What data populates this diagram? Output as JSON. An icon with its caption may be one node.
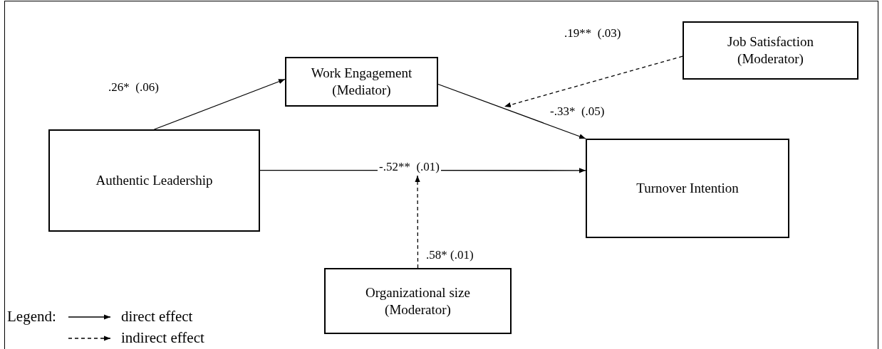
{
  "diagram": {
    "nodes": [
      {
        "text": [
          "Work Engagement",
          "(Mediator)"
        ]
      },
      {
        "text": [
          "Job Satisfaction",
          "(Moderator)"
        ]
      },
      {
        "text": [
          "Authentic Leadership"
        ]
      },
      {
        "text": [
          "Turnover Intention"
        ]
      },
      {
        "text": [
          "Organizational size",
          "(Moderator)"
        ]
      }
    ],
    "edges": [
      {
        "from": 2,
        "to": 0,
        "arrow": "to",
        "label": ".26*  (.06)"
      },
      {
        "from": 0,
        "to": 3,
        "arrow": "to",
        "label": "-.33*  (.05)"
      },
      {
        "from": 1,
        "to": null,
        "arrow": "to",
        "label": ".19**  (.03)",
        "style": "dashed"
      },
      {
        "from": 2,
        "to": 3,
        "arrow": "to",
        "label": "-.52**  (.01)"
      },
      {
        "from": 4,
        "to": null,
        "arrow": "to",
        "label": ".58* (.01)",
        "style": "dashed"
      }
    ],
    "labels": [
      "Legend:"
    ],
    "legend": [
      {
        "text": "direct effect"
      },
      {
        "text": "indirect effect"
      }
    ]
  }
}
